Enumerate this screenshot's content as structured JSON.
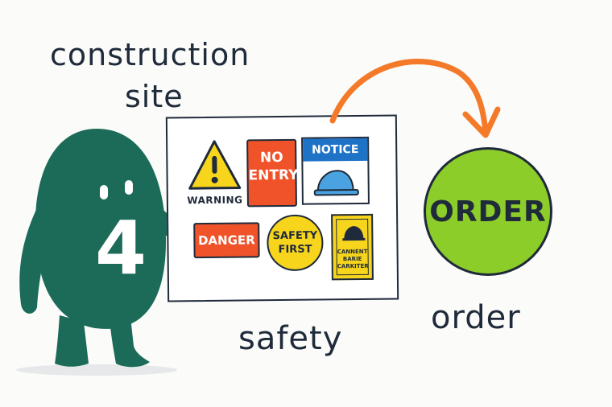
{
  "labels": {
    "title_line1": "construction",
    "title_line2": "site",
    "safety": "safety",
    "order": "order"
  },
  "character": {
    "number": "4",
    "color": "#1b6b58"
  },
  "board": {
    "signs": {
      "warning": "WARNING",
      "no_entry_line1": "NO",
      "no_entry_line2": "ENTRY",
      "notice": "NOTICE",
      "danger": "DANGER",
      "safety_first_line1": "SAFETY",
      "safety_first_line2": "FIRST",
      "caution_line1": "CANNENT",
      "caution_line2": "BARIE",
      "caution_line3": "CARKITER"
    }
  },
  "order_badge": {
    "text": "ORDER",
    "color": "#8dcd2a"
  },
  "colors": {
    "arrow": "#f47a2a",
    "ink": "#1f2a3a",
    "red": "#f0532a",
    "yellow": "#f7d51d",
    "blue": "#1e73c7"
  },
  "icons": [
    "warning-triangle-icon",
    "hard-hat-icon",
    "curved-arrow-icon"
  ]
}
